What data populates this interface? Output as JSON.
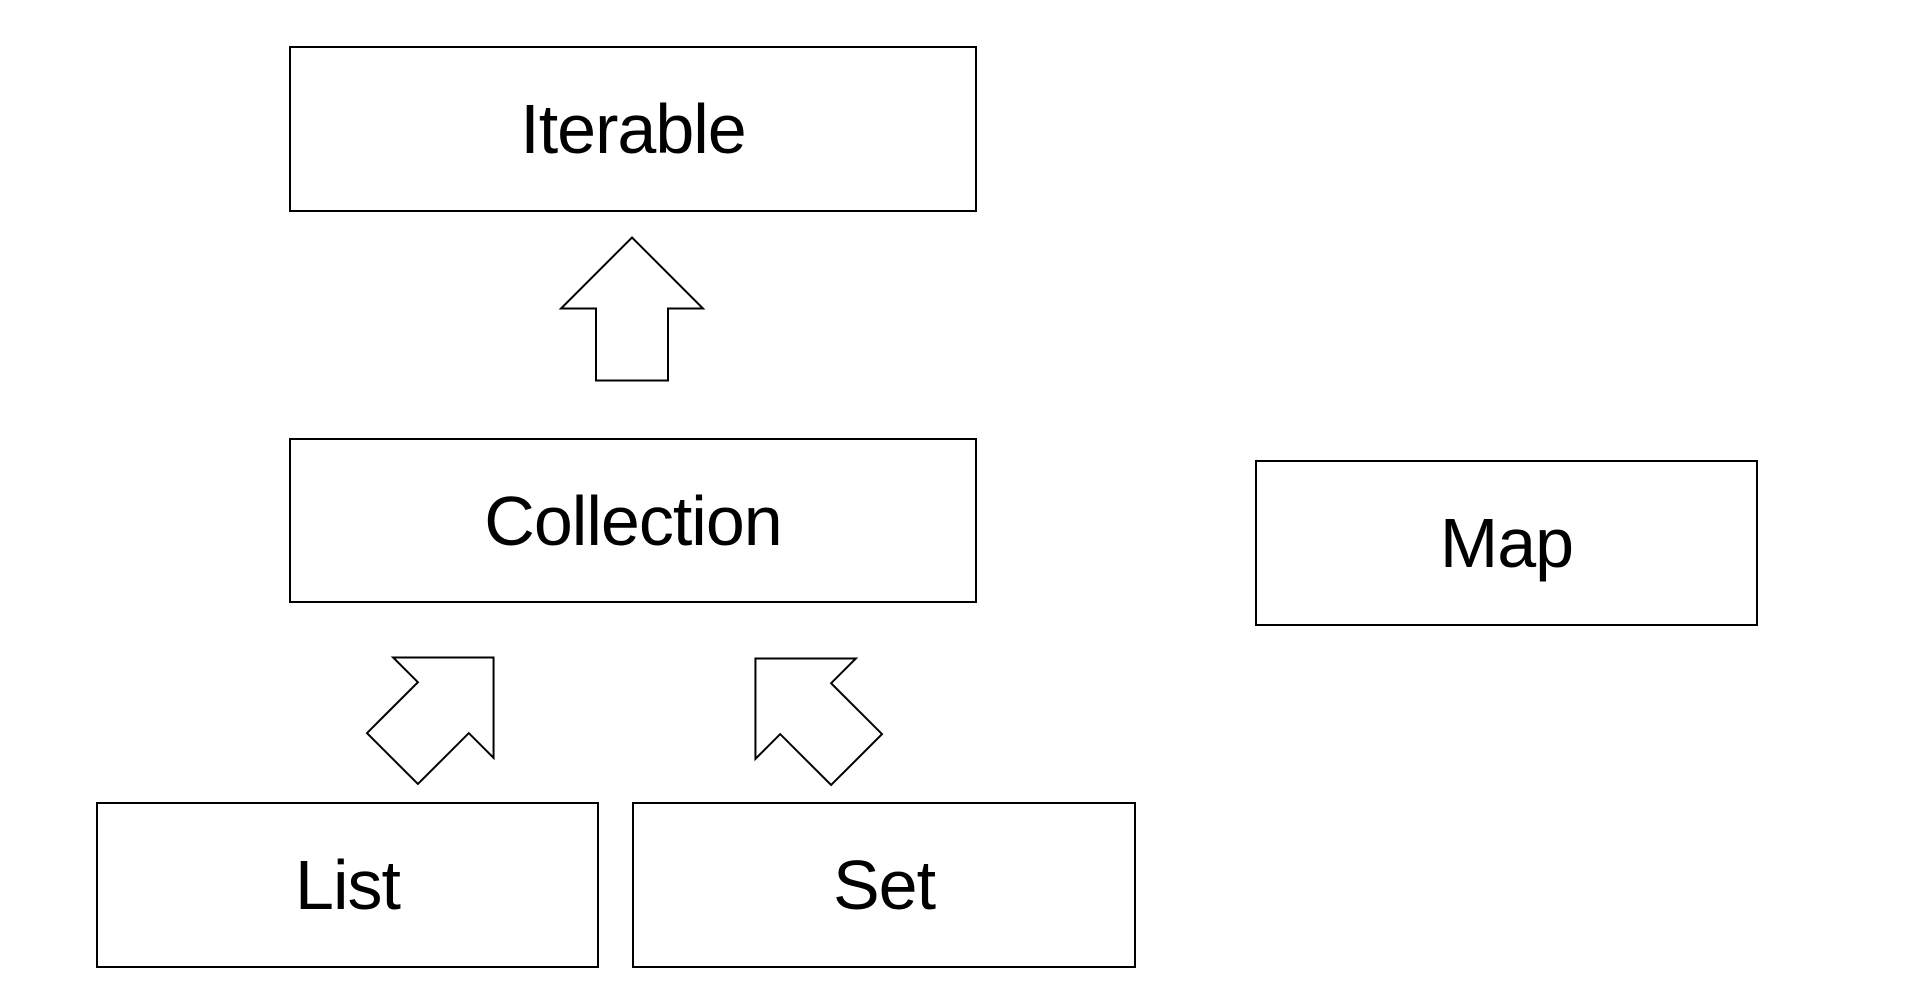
{
  "diagram": {
    "nodes": [
      {
        "id": "iterable",
        "label": "Iterable"
      },
      {
        "id": "collection",
        "label": "Collection"
      },
      {
        "id": "map",
        "label": "Map"
      },
      {
        "id": "list",
        "label": "List"
      },
      {
        "id": "set",
        "label": "Set"
      }
    ],
    "edges": [
      {
        "from": "Collection",
        "to": "Iterable",
        "style": "hollow-block-arrow",
        "direction": "up"
      },
      {
        "from": "List",
        "to": "Collection",
        "style": "hollow-block-arrow",
        "direction": "up-right"
      },
      {
        "from": "Set",
        "to": "Collection",
        "style": "hollow-block-arrow",
        "direction": "up-left"
      }
    ],
    "colors": {
      "background": "#ffffff",
      "box_fill": "#ffffff",
      "box_border": "#000000",
      "text": "#000000",
      "arrow_fill": "#ffffff",
      "arrow_outline": "#000000"
    }
  }
}
